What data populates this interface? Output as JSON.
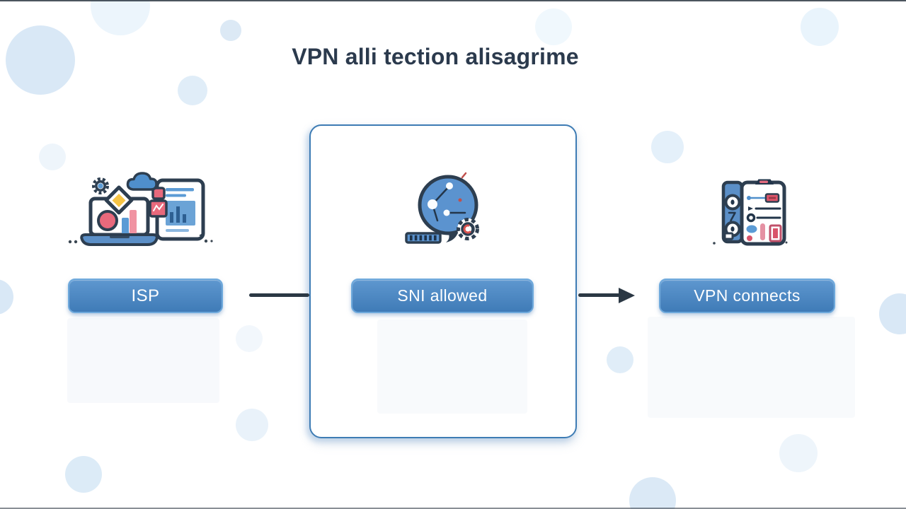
{
  "title": "VPN alli tection alisagrime",
  "flow": {
    "nodes": [
      {
        "id": "isp",
        "label": "ISP",
        "illustration": "laptop-analytics-illustration"
      },
      {
        "id": "sni",
        "label": "SNI allowed",
        "illustration": "globe-network-gear-illustration"
      },
      {
        "id": "vpn",
        "label": "VPN connects",
        "illustration": "clipboard-report-illustration"
      }
    ],
    "connectors": [
      {
        "from": "isp",
        "to": "sni",
        "style": "line"
      },
      {
        "from": "sni",
        "to": "vpn",
        "style": "arrow"
      }
    ]
  },
  "colors": {
    "background": "#ffffff",
    "title_text": "#2b3a4d",
    "node_fill_top": "#5e97cf",
    "node_fill_bottom": "#3f7bb7",
    "node_border": "#6ea9dc",
    "node_text": "#fdfeff",
    "panel_border": "#3e7cb4",
    "outline_navy": "#2d3e50",
    "accent_red": "#e8697c",
    "accent_pink": "#f093a2",
    "accent_yellow": "#f6c445",
    "accent_blue": "#5b9bd5",
    "decor_circle": "#d9e8f5"
  }
}
